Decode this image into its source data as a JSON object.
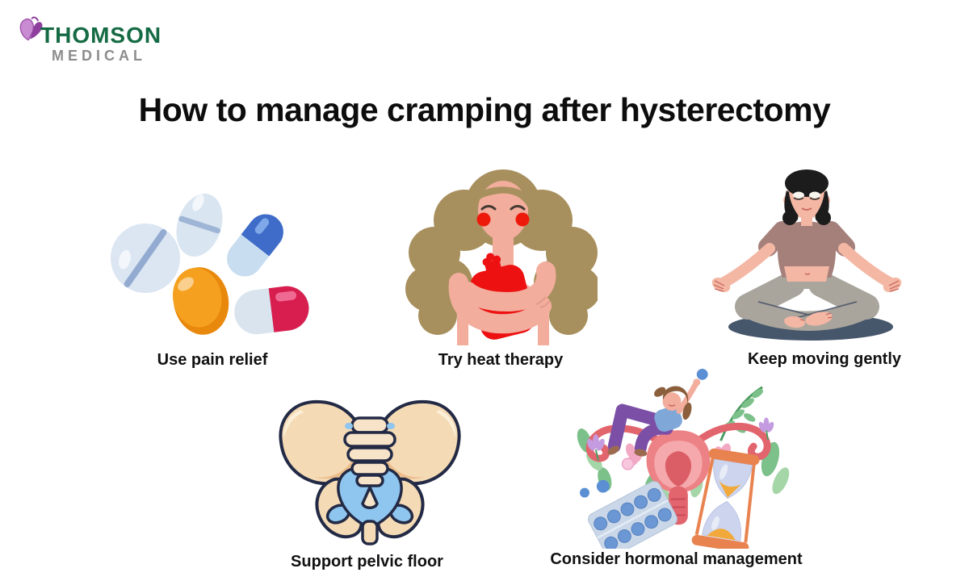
{
  "brand": {
    "name_line1": "THOMSON",
    "name_line2": "MEDICAL",
    "logo_icon": "butterfly-icon",
    "green": "#156B44",
    "gray": "#8D8D8D",
    "purple": "#9C4FA8"
  },
  "title": "How to manage cramping after hysterectomy",
  "tips": [
    {
      "id": "pain-relief",
      "label": "Use pain relief",
      "illustration": "assorted-pills"
    },
    {
      "id": "heat-therapy",
      "label": "Try heat therapy",
      "illustration": "woman-holding-hot-water-bottle"
    },
    {
      "id": "gentle-movement",
      "label": "Keep moving gently",
      "illustration": "woman-meditating-cross-legged"
    },
    {
      "id": "pelvic-floor",
      "label": "Support pelvic floor",
      "illustration": "pelvis-bone"
    },
    {
      "id": "hormonal-management",
      "label": "Consider hormonal management",
      "illustration": "uterus-pills-hourglass"
    }
  ],
  "palette": {
    "title_text": "#0d0d0d",
    "label_text": "#111111",
    "tablet_blue": "#DBE6F2",
    "capsule_dark_blue": "#3E6CC8",
    "pill_orange": "#F5A11F",
    "capsule_red": "#D81E4E",
    "hot_water_bottle_red": "#ED1111",
    "hair_tan": "#A8905E",
    "skin": "#F2AD9D",
    "yoga_top_mauve": "#A5807B",
    "yoga_pants_gray": "#A9A59D",
    "mat_slate": "#46566B",
    "bone_tan": "#F5DBB5",
    "bone_outline": "#232A45",
    "bone_blue": "#8FC6EF",
    "uterus_pink": "#EC8286",
    "hourglass_orange": "#E8834F",
    "leaf_green": "#7CC08A",
    "dot_blue": "#5B8FD4"
  }
}
